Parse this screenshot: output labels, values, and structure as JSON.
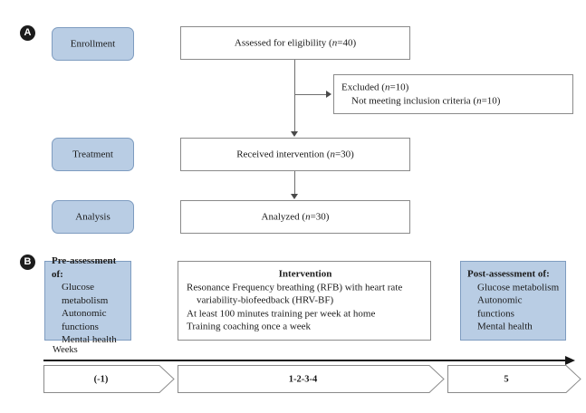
{
  "figure": {
    "panels": [
      {
        "badge": "A"
      },
      {
        "badge": "B"
      }
    ]
  },
  "panel_a": {
    "stages": [
      {
        "label": "Enrollment"
      },
      {
        "label": "Treatment"
      },
      {
        "label": "Analysis"
      }
    ],
    "nodes": [
      {
        "text_main": "Assessed for eligibility (",
        "n_italic": "n",
        "text_tail": "=40)"
      },
      {
        "text_main": "Received intervention (",
        "n_italic": "n",
        "text_tail": "=30)"
      },
      {
        "text_main": "Analyzed (",
        "n_italic": "n",
        "text_tail": "=30)"
      }
    ],
    "excluded": {
      "line1_main": "Excluded (",
      "line1_n": "n",
      "line1_tail": "=10)",
      "line2_main": "Not meeting inclusion criteria (",
      "line2_n": "n",
      "line2_tail": "=10)"
    }
  },
  "panel_b": {
    "pre_assessment": {
      "heading": "Pre-assessment of:",
      "items": [
        "Glucose metabolism",
        "Autonomic functions",
        "Mental health"
      ]
    },
    "intervention": {
      "heading": "Intervention",
      "lines": [
        "Resonance Frequency breathing (RFB) with heart rate",
        "variability-biofeedback (HRV-BF)",
        "At least 100 minutes training per week at home",
        "Training coaching once a week"
      ]
    },
    "post_assessment": {
      "heading": "Post-assessment of:",
      "items": [
        "Glucose metabolism",
        "Autonomic functions",
        "Mental health"
      ]
    },
    "timeline": {
      "axis_label": "Weeks",
      "segments": [
        {
          "label": "(-1)"
        },
        {
          "label": "1-2-3-4"
        },
        {
          "label": "5"
        }
      ]
    }
  },
  "colors": {
    "accent_blue": "#b9cde4",
    "blue_border": "#7e9cc0",
    "box_border": "#8a8a8a",
    "connector": "#6f6f6f",
    "text": "#1a1a1a"
  }
}
